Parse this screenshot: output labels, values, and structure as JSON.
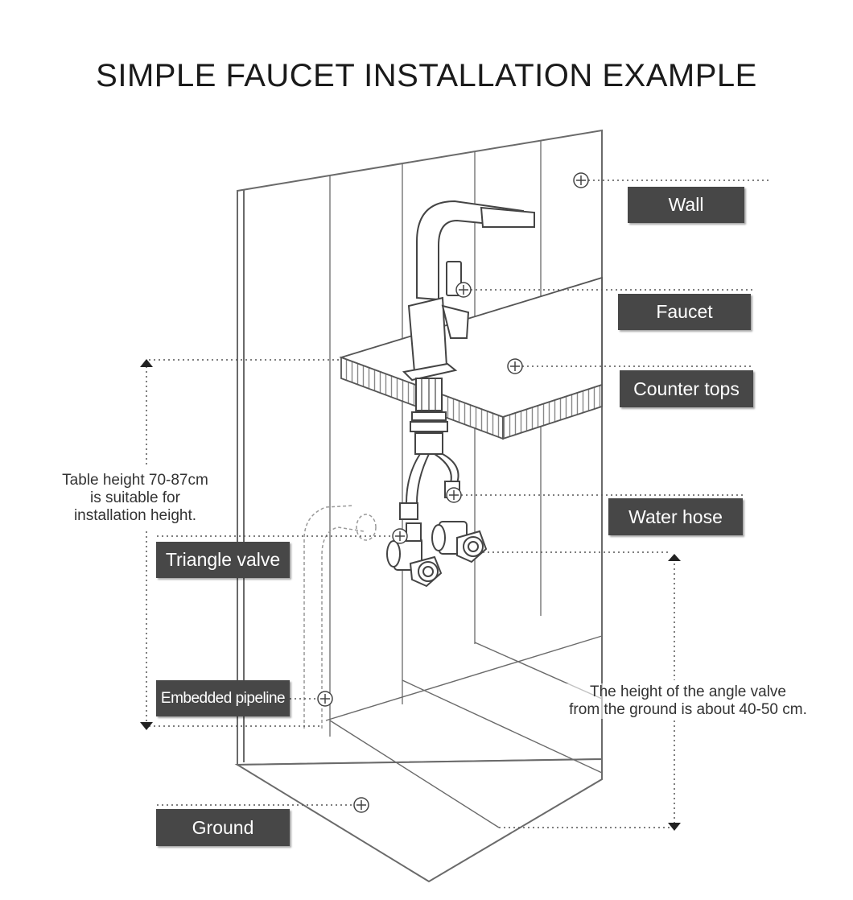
{
  "title": "SIMPLE FAUCET INSTALLATION EXAMPLE",
  "labels": {
    "wall": "Wall",
    "faucet": "Faucet",
    "counter_tops": "Counter tops",
    "water_hose": "Water hose",
    "triangle_valve": "Triangle valve",
    "embedded_pipeline": "Embedded pipeline",
    "ground": "Ground"
  },
  "notes": {
    "table_height": [
      "Table height 70-87cm",
      "is suitable for",
      "installation height."
    ],
    "angle_valve_height": [
      "The height of the angle valve",
      "from the ground is about 40-50 cm."
    ]
  },
  "colors": {
    "label_bg": "#474747",
    "label_text": "#ffffff",
    "line": "#555555"
  }
}
